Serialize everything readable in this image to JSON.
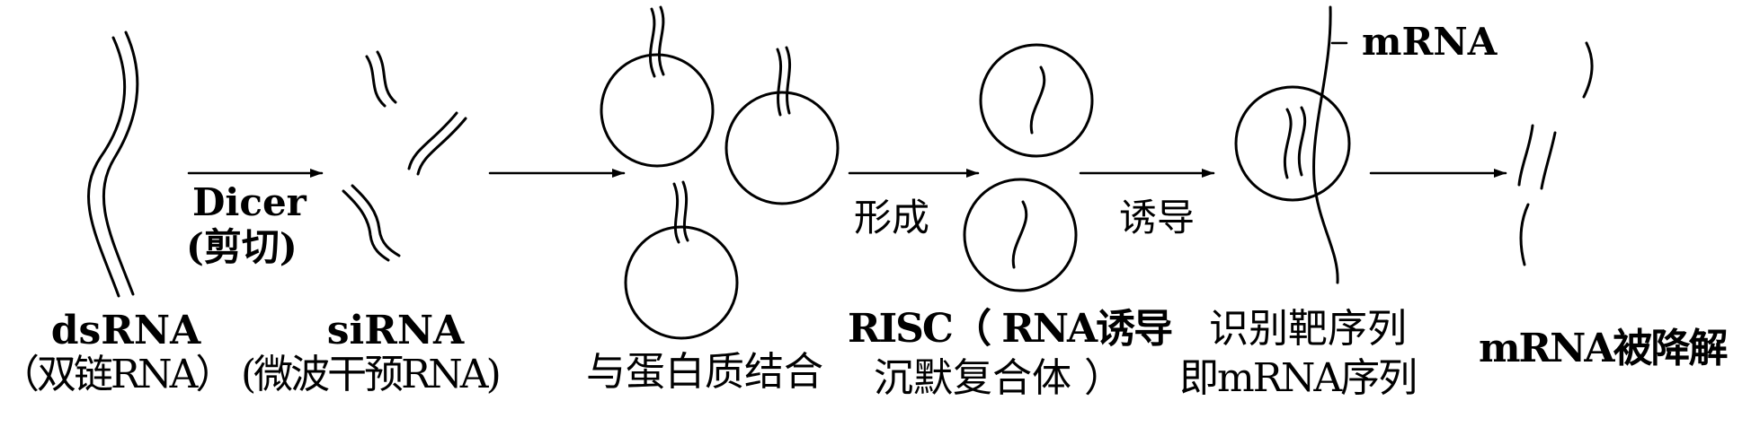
{
  "labels": {
    "dsrna_name": "dsRNA",
    "dsrna_desc": "（双链RNA）",
    "sirna_name": "siRNA",
    "sirna_desc": "(微波干预RNA)",
    "dicer": "Dicer",
    "dicer_cut": "(剪切)",
    "protein_bind": "与蛋白质结合",
    "form": "形成",
    "risc_line1": "RISC（ RNA诱导",
    "risc_line2": "沉默复合体 ）",
    "induce": "诱导",
    "recog_line1": "识别靶序列",
    "recog_line2": "即mRNA序列",
    "mrna": "mRNA",
    "degraded": "mRNA被降解"
  },
  "colors": {
    "ink": "#000000",
    "background": "#ffffff"
  }
}
